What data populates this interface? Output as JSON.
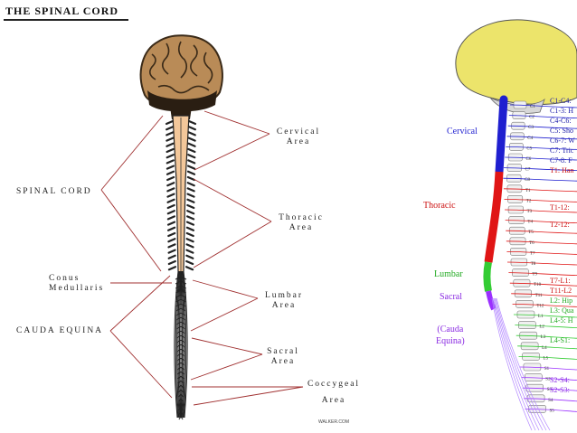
{
  "left_panel": {
    "title": "THE SPINAL CORD",
    "labels": {
      "cervical_1": "Cervical",
      "cervical_2": "Area",
      "spinal_cord": "SPINAL CORD",
      "thoracic_1": "Thoracic",
      "thoracic_2": "Area",
      "conus_1": "Conus",
      "conus_2": "Medullaris",
      "lumbar_1": "Lumbar",
      "lumbar_2": "Area",
      "cauda_equina": "CAUDA EQUINA",
      "sacral_1": "Sacral",
      "sacral_2": "Area",
      "coccygeal_1": "Coccygeal",
      "coccygeal_2": "Area"
    },
    "signature": "WALKER.COM"
  },
  "right_panel": {
    "regions": {
      "cervical": "Cervical",
      "thoracic": "Thoracic",
      "lumbar": "Lumbar",
      "sacral": "Sacral",
      "cauda_1": "(Cauda",
      "cauda_2": "Equina)"
    },
    "vertebra_labels": [
      "C1",
      "C2",
      "C3",
      "C4",
      "C5",
      "C6",
      "C7",
      "C8",
      "T1",
      "T2",
      "T3",
      "T4",
      "T5",
      "T6",
      "T7",
      "T8",
      "T9",
      "T10",
      "T11",
      "T12",
      "L1",
      "L2",
      "L3",
      "L4",
      "L5",
      "S1",
      "S2",
      "S3",
      "S4",
      "S5"
    ],
    "nerve_notes": [
      {
        "text": "C1-C4:",
        "color": "#1a1aa8"
      },
      {
        "text": "C1-3: H",
        "color": "#1a1aa8"
      },
      {
        "text": "C4-C6:",
        "color": "#1a1aa8"
      },
      {
        "text": "C5: Sho",
        "color": "#1a1aa8"
      },
      {
        "text": "C6-7: W",
        "color": "#1a1aa8"
      },
      {
        "text": "C7: Tric",
        "color": "#1a1aa8"
      },
      {
        "text": "C7-8: F",
        "color": "#1a1aa8"
      },
      {
        "text": "T1: Han",
        "color": "#cc1111"
      },
      {
        "text": "T1-12: ",
        "color": "#cc1111"
      },
      {
        "text": "T2-12: ",
        "color": "#cc1111"
      },
      {
        "text": "T7-L1:",
        "color": "#cc1111"
      },
      {
        "text": "T11-L2",
        "color": "#cc1111"
      },
      {
        "text": "L2: Hip",
        "color": "#22aa22"
      },
      {
        "text": "L3: Qua",
        "color": "#22aa22"
      },
      {
        "text": "L4-5: H",
        "color": "#22aa22"
      },
      {
        "text": "L4-S1: ",
        "color": "#22aa22"
      },
      {
        "text": "S2-S4: ",
        "color": "#8a2be2"
      },
      {
        "text": "S2-S3: ",
        "color": "#8a2be2"
      }
    ]
  },
  "colors": {
    "brain": "#ece46b",
    "cervical": "#1f1fd0",
    "thoracic": "#e01515",
    "lumbar": "#33cc33",
    "sacral": "#9b30ff",
    "cord_left": "#f3c79a"
  }
}
